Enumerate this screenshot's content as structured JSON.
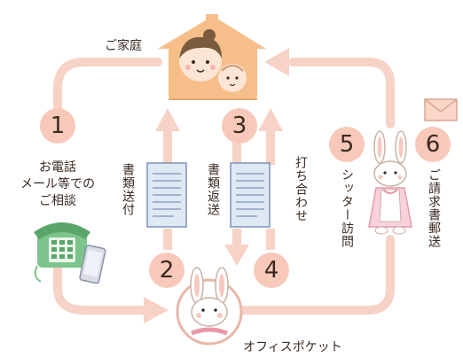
{
  "nodes": {
    "home": "ご家庭",
    "office": "オフィスポケット"
  },
  "steps": [
    {
      "number": "1",
      "label": "お電話\nメール等での\nご相談"
    },
    {
      "number": "2",
      "label": ""
    },
    {
      "number": "3",
      "label": "書類返送"
    },
    {
      "number": "4",
      "label": "打ち合わせ"
    },
    {
      "number": "5",
      "label": "シッター訪問"
    },
    {
      "number": "6",
      "label": "ご請求書郵送"
    }
  ],
  "arrow_labels": {
    "documents_sent": "書類送付"
  },
  "colors": {
    "flow": "#f7d2c7",
    "badge": "#f8c9ba",
    "house": "#f6bf8a",
    "doc": "#dfe9f4"
  },
  "icons": [
    "house-icon",
    "telephone-icon",
    "smartphone-icon",
    "document-icon",
    "envelope-icon",
    "rabbit-icon",
    "rabbit-sitter-icon"
  ]
}
